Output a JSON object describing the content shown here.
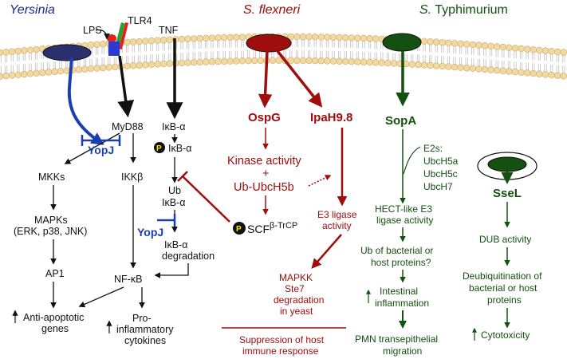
{
  "headers": {
    "yersinia": "Yersinia",
    "flexneri_italic": "S. flexneri",
    "typhimurium_italic": "S.",
    "typhimurium_rest": " Typhimurium"
  },
  "yersinia": {
    "lps": "LPS",
    "tlr4": "TLR4",
    "tnf": "TNF",
    "myd88": "MyD88",
    "yopj_1": "YopJ",
    "yopj_2": "YopJ",
    "mkks": "MKKs",
    "ikkb": "IKKβ",
    "mapks": "MAPKs",
    "mapks_sub": "(ERK, p38, JNK)",
    "ap1": "AP1",
    "nfkb": "NF-κB",
    "ikba_1": "IκB-α",
    "p_label": "P",
    "ikba_2": "IκB-α",
    "ub": "Ub",
    "ikba_3": "IκB-α",
    "ikba_4": "IκB-α",
    "degradation": "degradation",
    "anti_apoptotic_1": "Anti-apoptotic",
    "anti_apoptotic_2": "genes",
    "pro_inflam_1": "Pro-",
    "pro_inflam_2": "inflammatory",
    "pro_inflam_3": "cytokines",
    "scf": "SCF",
    "scf_sup": "β-TrCP"
  },
  "flexneri": {
    "ospg": "OspG",
    "ipah": "IpaH9.8",
    "kinase": "Kinase activity",
    "plus": "+",
    "ub_ubch5b": "Ub-UbcH5b",
    "e3_1": "E3 ligase",
    "e3_2": "activity",
    "mapkk_1": "MAPKK",
    "mapkk_2": "Ste7",
    "mapkk_3": "degradation",
    "mapkk_4": "in yeast",
    "suppression_1": "Suppression of host",
    "suppression_2": "immune response"
  },
  "typhimurium": {
    "sopa": "SopA",
    "e2s_1": "E2s:",
    "e2s_2": "UbcH5a",
    "e2s_3": "UbcH5c",
    "e2s_4": "UbcH7",
    "hect_1": "HECT-like E3",
    "hect_2": "ligase activity",
    "ubbac_1": "Ub of bacterial or",
    "ubbac_2": "host proteins?",
    "intest_1": "Intestinal",
    "intest_2": "inflammation",
    "pmn_1": "PMN transepithelial",
    "pmn_2": "migration",
    "ssel": "SseL",
    "dub": "DUB activity",
    "deub_1": "Deubiquitination of",
    "deub_2": "bacterial or host",
    "deub_3": "proteins",
    "cytotox": "Cytotoxicity"
  },
  "colors": {
    "yersinia": "#1b2a8c",
    "flexneri": "#a00d0d",
    "typhimurium": "#14500f",
    "yopj": "#1b3fb0",
    "membrane_head": "#f2d9a0",
    "black": "#111111"
  }
}
